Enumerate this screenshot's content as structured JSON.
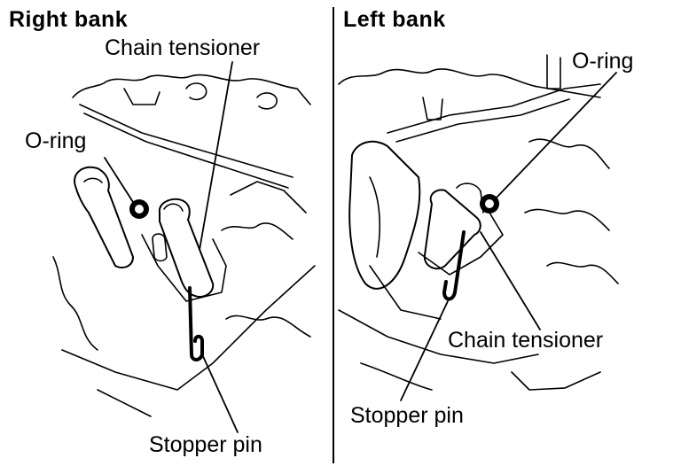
{
  "right_bank": {
    "title": "Right bank",
    "labels": {
      "chain_tensioner": "Chain tensioner",
      "o_ring": "O-ring",
      "stopper_pin": "Stopper pin"
    }
  },
  "left_bank": {
    "title": "Left bank",
    "labels": {
      "o_ring": "O-ring",
      "chain_tensioner": "Chain tensioner",
      "stopper_pin": "Stopper pin"
    }
  }
}
